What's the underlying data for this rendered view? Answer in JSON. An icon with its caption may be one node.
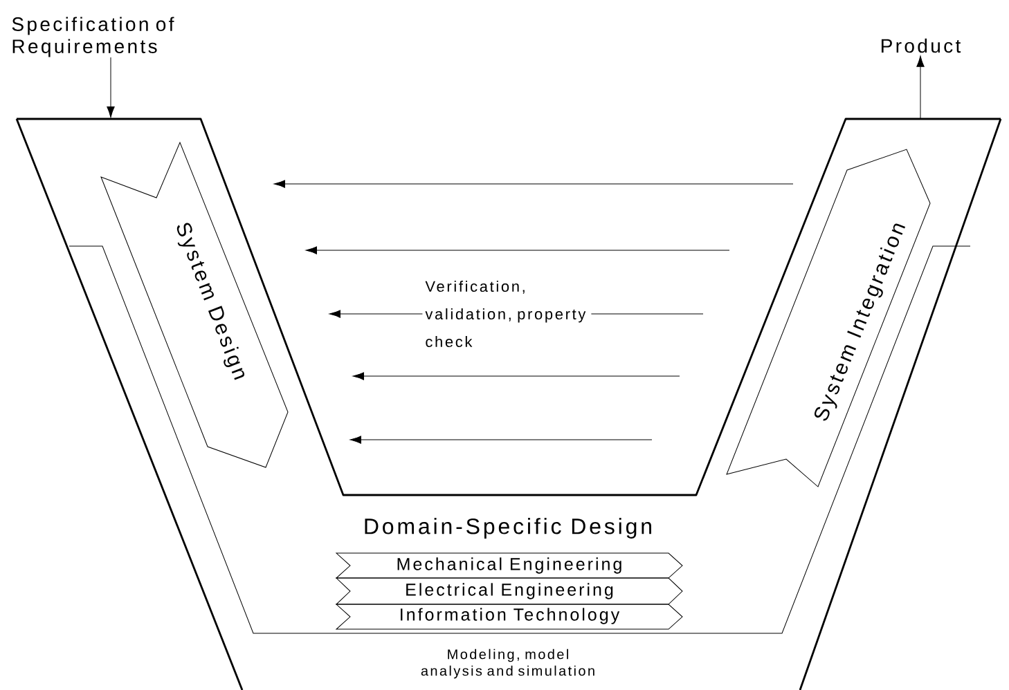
{
  "diagram": {
    "nodes": [
      {
        "text": [
          "Specification of Requirements"
        ]
      },
      {
        "text": [
          "Product"
        ]
      },
      {
        "text": [
          "Modeling, model analysis and simulation"
        ]
      },
      {
        "text": [
          "Domain-Specific Design"
        ],
        "in": 2
      },
      {
        "text": [
          "Mechanical Engineering"
        ],
        "in": 3
      },
      {
        "text": [
          "Electrical Engineering"
        ],
        "in": 3
      },
      {
        "text": [
          "Information Technology"
        ],
        "in": 3
      },
      {
        "text": [
          "System Design"
        ],
        "in": 2
      },
      {
        "text": [
          "System Integration"
        ],
        "in": 2
      }
    ],
    "edges": [
      {
        "from": 0,
        "to": 2,
        "arrow": "to"
      },
      {
        "from": 2,
        "to": 1,
        "arrow": "to"
      },
      {
        "from": 8,
        "to": 7,
        "arrow": "to"
      },
      {
        "from": 8,
        "to": 7,
        "arrow": "to"
      },
      {
        "from": 8,
        "to": 7,
        "arrow": "to",
        "label": "Verification, validation, property check"
      },
      {
        "from": 8,
        "to": 7,
        "arrow": "to"
      },
      {
        "from": 8,
        "to": 7,
        "arrow": "to"
      }
    ]
  }
}
